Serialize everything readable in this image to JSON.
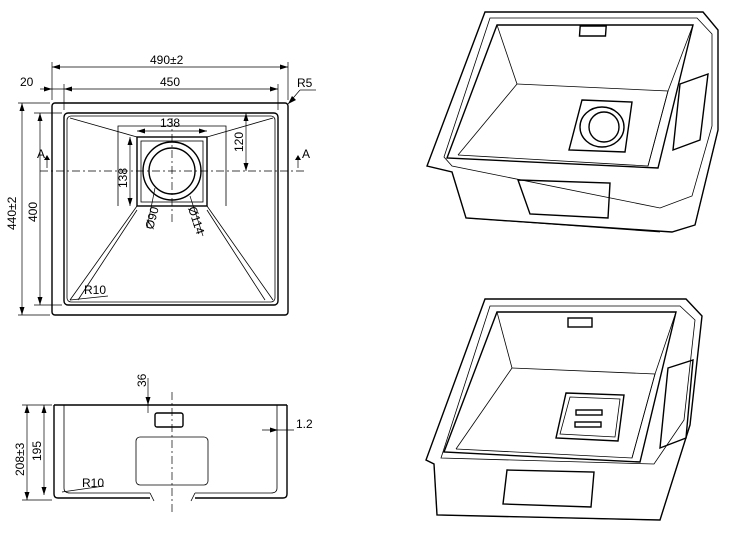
{
  "top_view": {
    "overall_width": "490±2",
    "inner_width": "450",
    "rim_offset": "20",
    "corner_radius_outer": "R5",
    "overall_depth": "440±2",
    "inner_depth": "400",
    "drain_box_width": "138",
    "drain_box_height": "138",
    "drain_offset": "120",
    "drain_inner_dia": "Ø90",
    "drain_outer_dia": "Ø114",
    "corner_radius_inner": "R10",
    "section_mark_left": "A",
    "section_mark_right": "A"
  },
  "side_view": {
    "overflow_height": "36",
    "total_height": "208±3",
    "bowl_height": "195",
    "sheet_thickness": "1.2",
    "bottom_radius": "R10"
  }
}
